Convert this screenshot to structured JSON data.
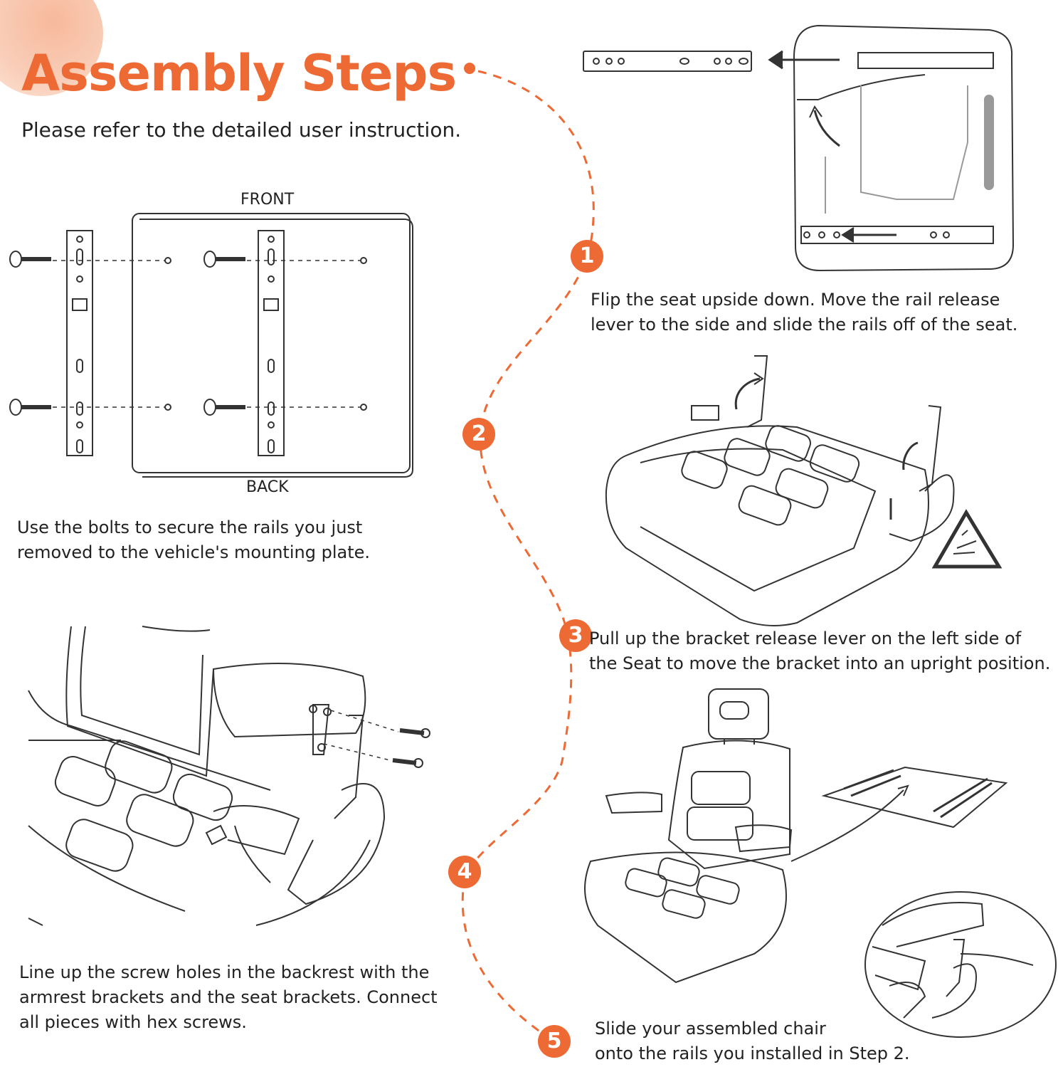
{
  "header": {
    "title": "Assembly Steps",
    "subtitle": "Please refer to the detailed user instruction."
  },
  "diagram": {
    "front_label": "FRONT",
    "back_label": "BACK"
  },
  "steps": [
    {
      "number": "1",
      "lines": [
        "Flip the seat upside down. Move the rail release",
        "lever to the side and slide the rails off of the seat."
      ]
    },
    {
      "number": "2",
      "lines": [
        "Use the bolts to secure the rails you just",
        "removed to the vehicle's mounting plate."
      ]
    },
    {
      "number": "3",
      "lines": [
        "Pull up the bracket release lever on the left side of",
        "the Seat to move the bracket into an upright position."
      ]
    },
    {
      "number": "4",
      "lines": [
        "Line up the screw holes in the backrest with the",
        "armrest brackets and the seat brackets. Connect",
        "all pieces with hex screws."
      ]
    },
    {
      "number": "5",
      "lines": [
        "Slide your assembled chair",
        "onto the rails you installed in Step 2."
      ]
    }
  ],
  "icons": [
    "warning-hand-pinch-icon",
    "arrow-icon",
    "bolt-icon"
  ],
  "colors": {
    "accent": "#ee6a35",
    "text": "#222222",
    "line": "#333333"
  }
}
